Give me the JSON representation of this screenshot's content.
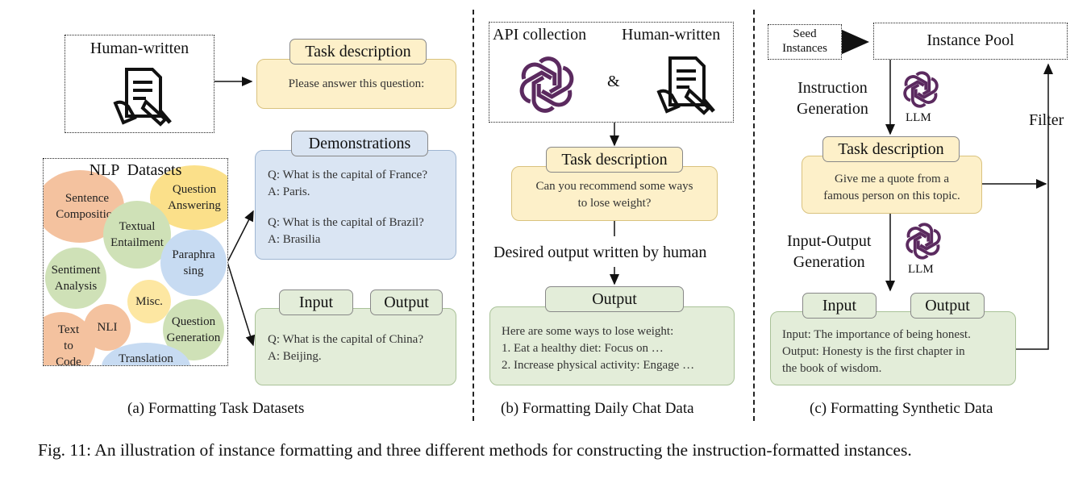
{
  "panel_a": {
    "human_written": "Human-written",
    "task_description_tab": "Task description",
    "task_description_text": "Please answer this question:",
    "nlp_title": "NLP  Datasets",
    "datasets": {
      "sentence_composition": "Sentence Composition",
      "question_answering": "Question Answering",
      "textual_entailment": "Textual Entailment",
      "paraphrasing": "Paraphra sing",
      "sentiment_analysis": "Sentiment Analysis",
      "misc": "Misc.",
      "nli": "NLI",
      "question_generation": "Question Generation",
      "text_to_code": "Text to Code",
      "translation": "Translation"
    },
    "demonstrations_tab": "Demonstrations",
    "demo_lines": [
      "Q: What is the capital of France?",
      "A: Paris.",
      "Q: What is the capital of Brazil?",
      "A: Brasilia"
    ],
    "input_tab": "Input",
    "output_tab": "Output",
    "io_lines": [
      "Q: What is the capital of China?",
      "A: Beijing."
    ],
    "caption": "(a) Formatting Task Datasets"
  },
  "panel_b": {
    "api_collection": "API collection",
    "ampersand": "&",
    "human_written": "Human-written",
    "task_description_tab": "Task description",
    "task_description_lines": [
      "Can you recommend some ways",
      "to lose weight?"
    ],
    "desired_output": "Desired output written by human",
    "output_tab": "Output",
    "output_lines": [
      "Here are some ways to lose weight:",
      "1. Eat a healthy diet: Focus on …",
      "2. Increase physical activity: Engage …"
    ],
    "caption": "(b) Formatting Daily Chat Data"
  },
  "panel_c": {
    "seed_instances": "Seed Instances",
    "instance_pool": "Instance Pool",
    "instruction_generation": [
      "Instruction",
      "Generation"
    ],
    "llm": "LLM",
    "filter": "Filter",
    "task_description_tab": "Task description",
    "task_description_lines": [
      "Give me a quote from a",
      "famous person on this topic."
    ],
    "io_generation": [
      "Input-Output",
      "Generation"
    ],
    "input_tab": "Input",
    "output_tab": "Output",
    "io_lines": [
      "Input: The importance of being honest.",
      "Output: Honesty is the first chapter in",
      "the book of wisdom."
    ],
    "caption": "(c) Formatting Synthetic Data"
  },
  "figure_caption": "Fig. 11: An illustration of instance formatting and three different methods for constructing the instruction-formatted instances.",
  "colors": {
    "yellow_fill": "#fdf0c9",
    "blue_fill": "#dae5f3",
    "green_fill": "#e3edd9",
    "openai_logo": "#5b2a5f"
  },
  "icons": [
    "human-writing-icon",
    "openai-logo-icon"
  ]
}
